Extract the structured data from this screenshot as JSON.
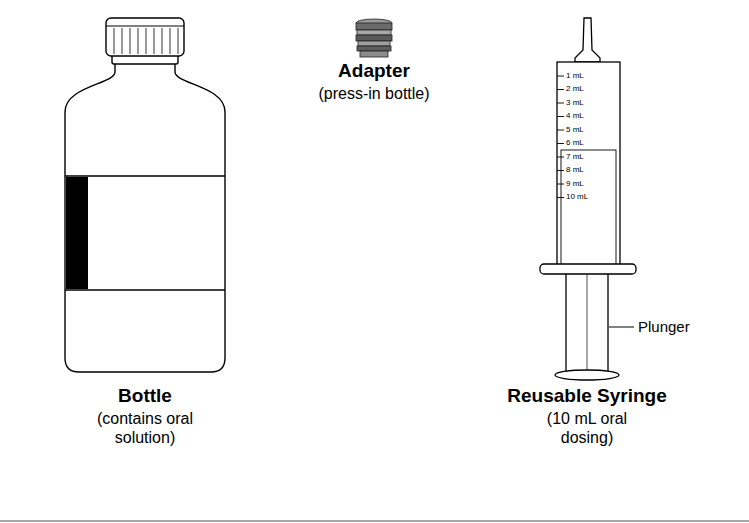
{
  "diagram": {
    "labels": [
      "Adapter",
      "(press-in bottle)",
      "1 mL",
      "2 mL",
      "3 mL",
      "4 mL",
      "5 mL",
      "6 mL",
      "7 mL",
      "8 mL",
      "9 mL",
      "10 mL",
      "Plunger",
      "Bottle",
      "(contains oral solution)",
      "Reusable Syringe",
      "(10 mL oral dosing)"
    ]
  }
}
